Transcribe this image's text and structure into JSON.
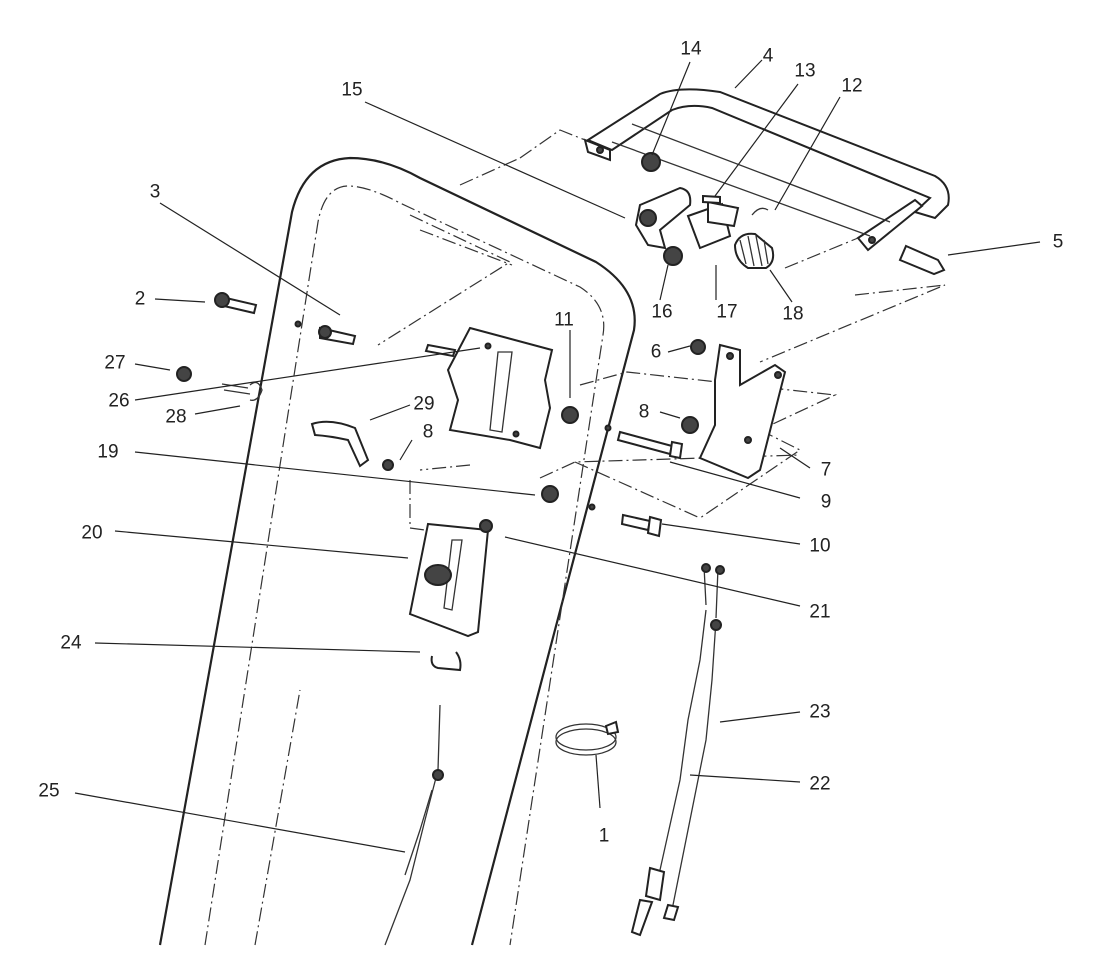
{
  "diagram": {
    "callouts": [
      "1",
      "2",
      "3",
      "4",
      "5",
      "6",
      "7",
      "8",
      "8",
      "9",
      "10",
      "11",
      "12",
      "13",
      "14",
      "15",
      "16",
      "17",
      "18",
      "19",
      "20",
      "21",
      "22",
      "23",
      "24",
      "25",
      "26",
      "27",
      "28",
      "29"
    ]
  }
}
